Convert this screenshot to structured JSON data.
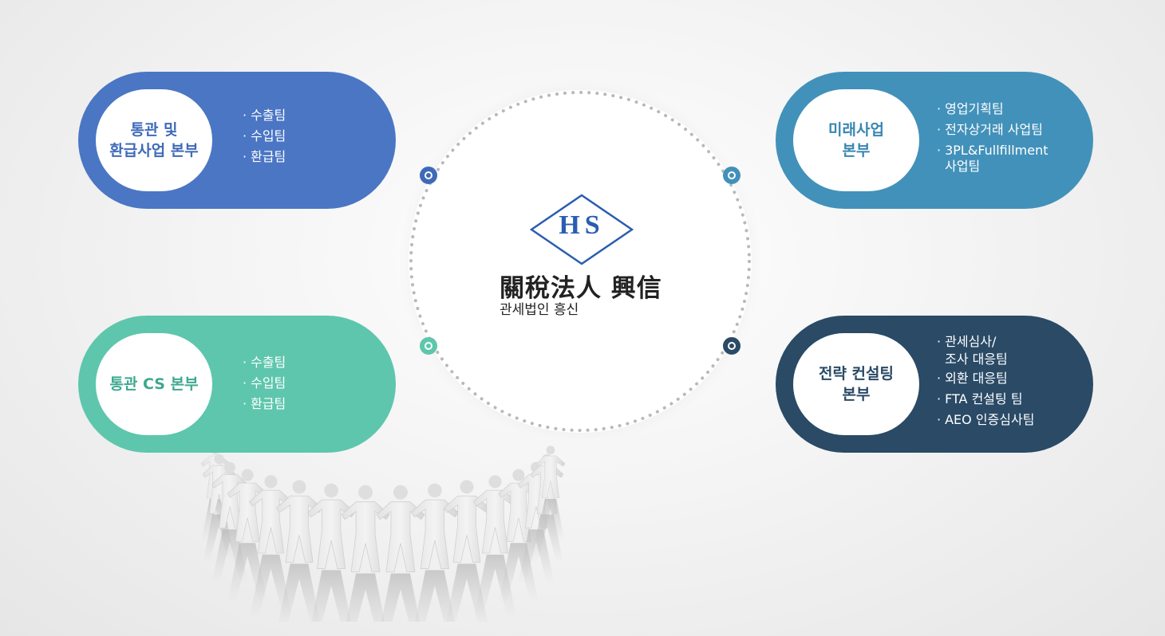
{
  "logo": {
    "mark": "HS",
    "hanja": "關稅法人 興信",
    "korean": "관세법인 흥신"
  },
  "colors": {
    "blue": "#4a76c4",
    "teal": "#5ec6ad",
    "steel_blue": "#4291ba",
    "navy": "#2a4a66"
  },
  "departments": [
    {
      "title": "통관 및\n환급사업 본부",
      "teams": [
        "수출팀",
        "수입팀",
        "환급팀"
      ]
    },
    {
      "title": "통관 CS 본부",
      "teams": [
        "수출팀",
        "수입팀",
        "환급팀"
      ]
    },
    {
      "title": "미래사업\n본부",
      "teams": [
        "영업기획팀",
        "전자상거래 사업팀",
        "3PL&Fullfillment\n사업팀"
      ]
    },
    {
      "title": "전략 컨설팅\n본부",
      "teams": [
        "관세심사/\n조사 대응팀",
        "외환 대응팀",
        "FTA 컨설팅 팀",
        "AEO 인증심사팀"
      ]
    }
  ]
}
